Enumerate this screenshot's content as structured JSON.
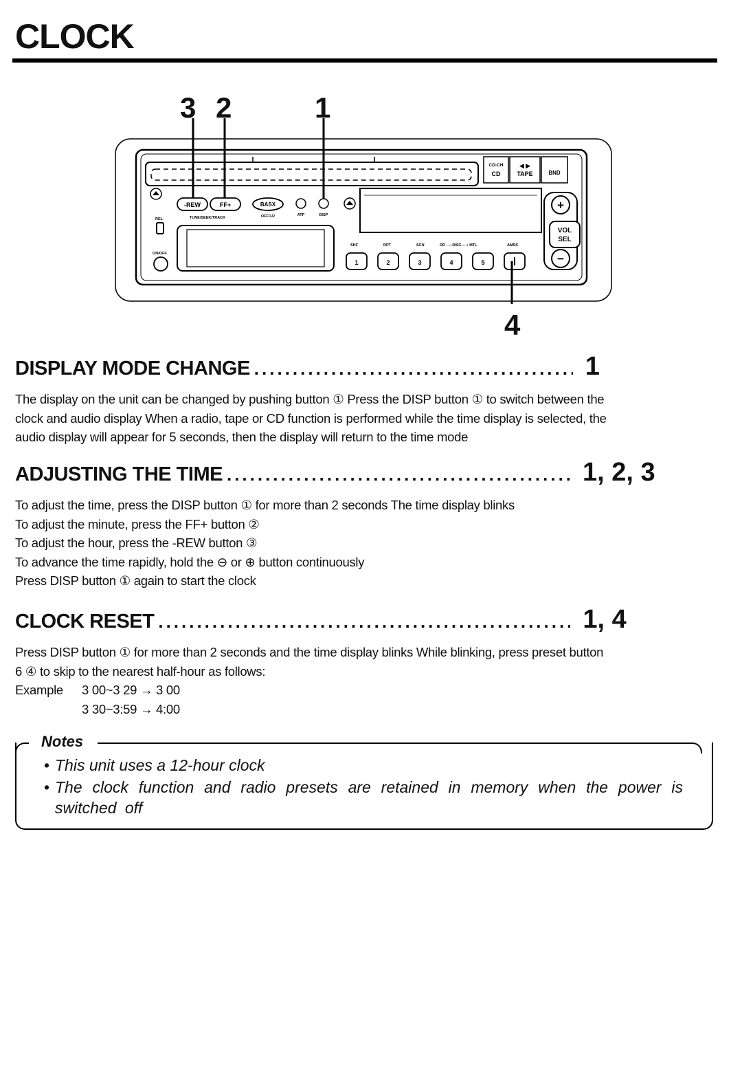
{
  "page": {
    "title": "CLOCK"
  },
  "diagram": {
    "callouts": [
      "3",
      "2",
      "1",
      "4"
    ],
    "labels": {
      "cdch": "CD-CH",
      "cd": "CD",
      "tape_arrows": "◀ ▶",
      "tape": "TAPE",
      "bnd": "BND",
      "rew": "-REW",
      "ff": "FF+",
      "basx": "BASX",
      "tune": "TUNE/SEEK/TRACK",
      "off": "OFF/1/2",
      "atp": "ATP",
      "disp": "DISP",
      "rel": "REL",
      "onoff": "ON/OFF",
      "shf": "SHF",
      "rpt": "RPT",
      "scn": "SCN",
      "disc": "DD - —DISC— + MTL",
      "amss": "AMSS",
      "vol": "VOL",
      "sel": "SEL",
      "plus": "+",
      "minus": "−",
      "presets": [
        "1",
        "2",
        "3",
        "4",
        "5"
      ]
    }
  },
  "sections": {
    "display_mode": {
      "heading": "DISPLAY MODE CHANGE",
      "ref": "1",
      "lines": [
        "The display on the unit can be changed by pushing button ① Press the DISP button ① to switch between the",
        "clock and audio display When a radio, tape or CD function is performed while the time display is selected, the",
        "audio display will appear for 5 seconds, then the display will return to the time mode"
      ]
    },
    "adjusting": {
      "heading": "ADJUSTING THE TIME",
      "ref": "1, 2, 3",
      "lines": [
        "To adjust the time, press the DISP button ① for more than 2 seconds The time display blinks",
        "To adjust the minute, press the FF+ button ②",
        "To adjust the hour, press the -REW button ③",
        "To advance the time rapidly, hold the ⊖ or ⊕ button continuously",
        "Press DISP button ① again to start the clock"
      ]
    },
    "reset": {
      "heading": "CLOCK RESET",
      "ref": "1, 4",
      "lines": [
        "Press DISP button ① for more than 2 seconds and the time display blinks While blinking, press preset button",
        "6 ④ to skip to the nearest half-hour as follows:"
      ],
      "example_label": "Example",
      "example_lines": [
        "3 00~3 29 → 3 00",
        "3 30~3:59 → 4:00"
      ]
    }
  },
  "notes": {
    "label": "Notes",
    "items": [
      "This unit uses a 12-hour clock",
      "The clock function and radio presets are retained in memory when the power is switched off"
    ]
  }
}
